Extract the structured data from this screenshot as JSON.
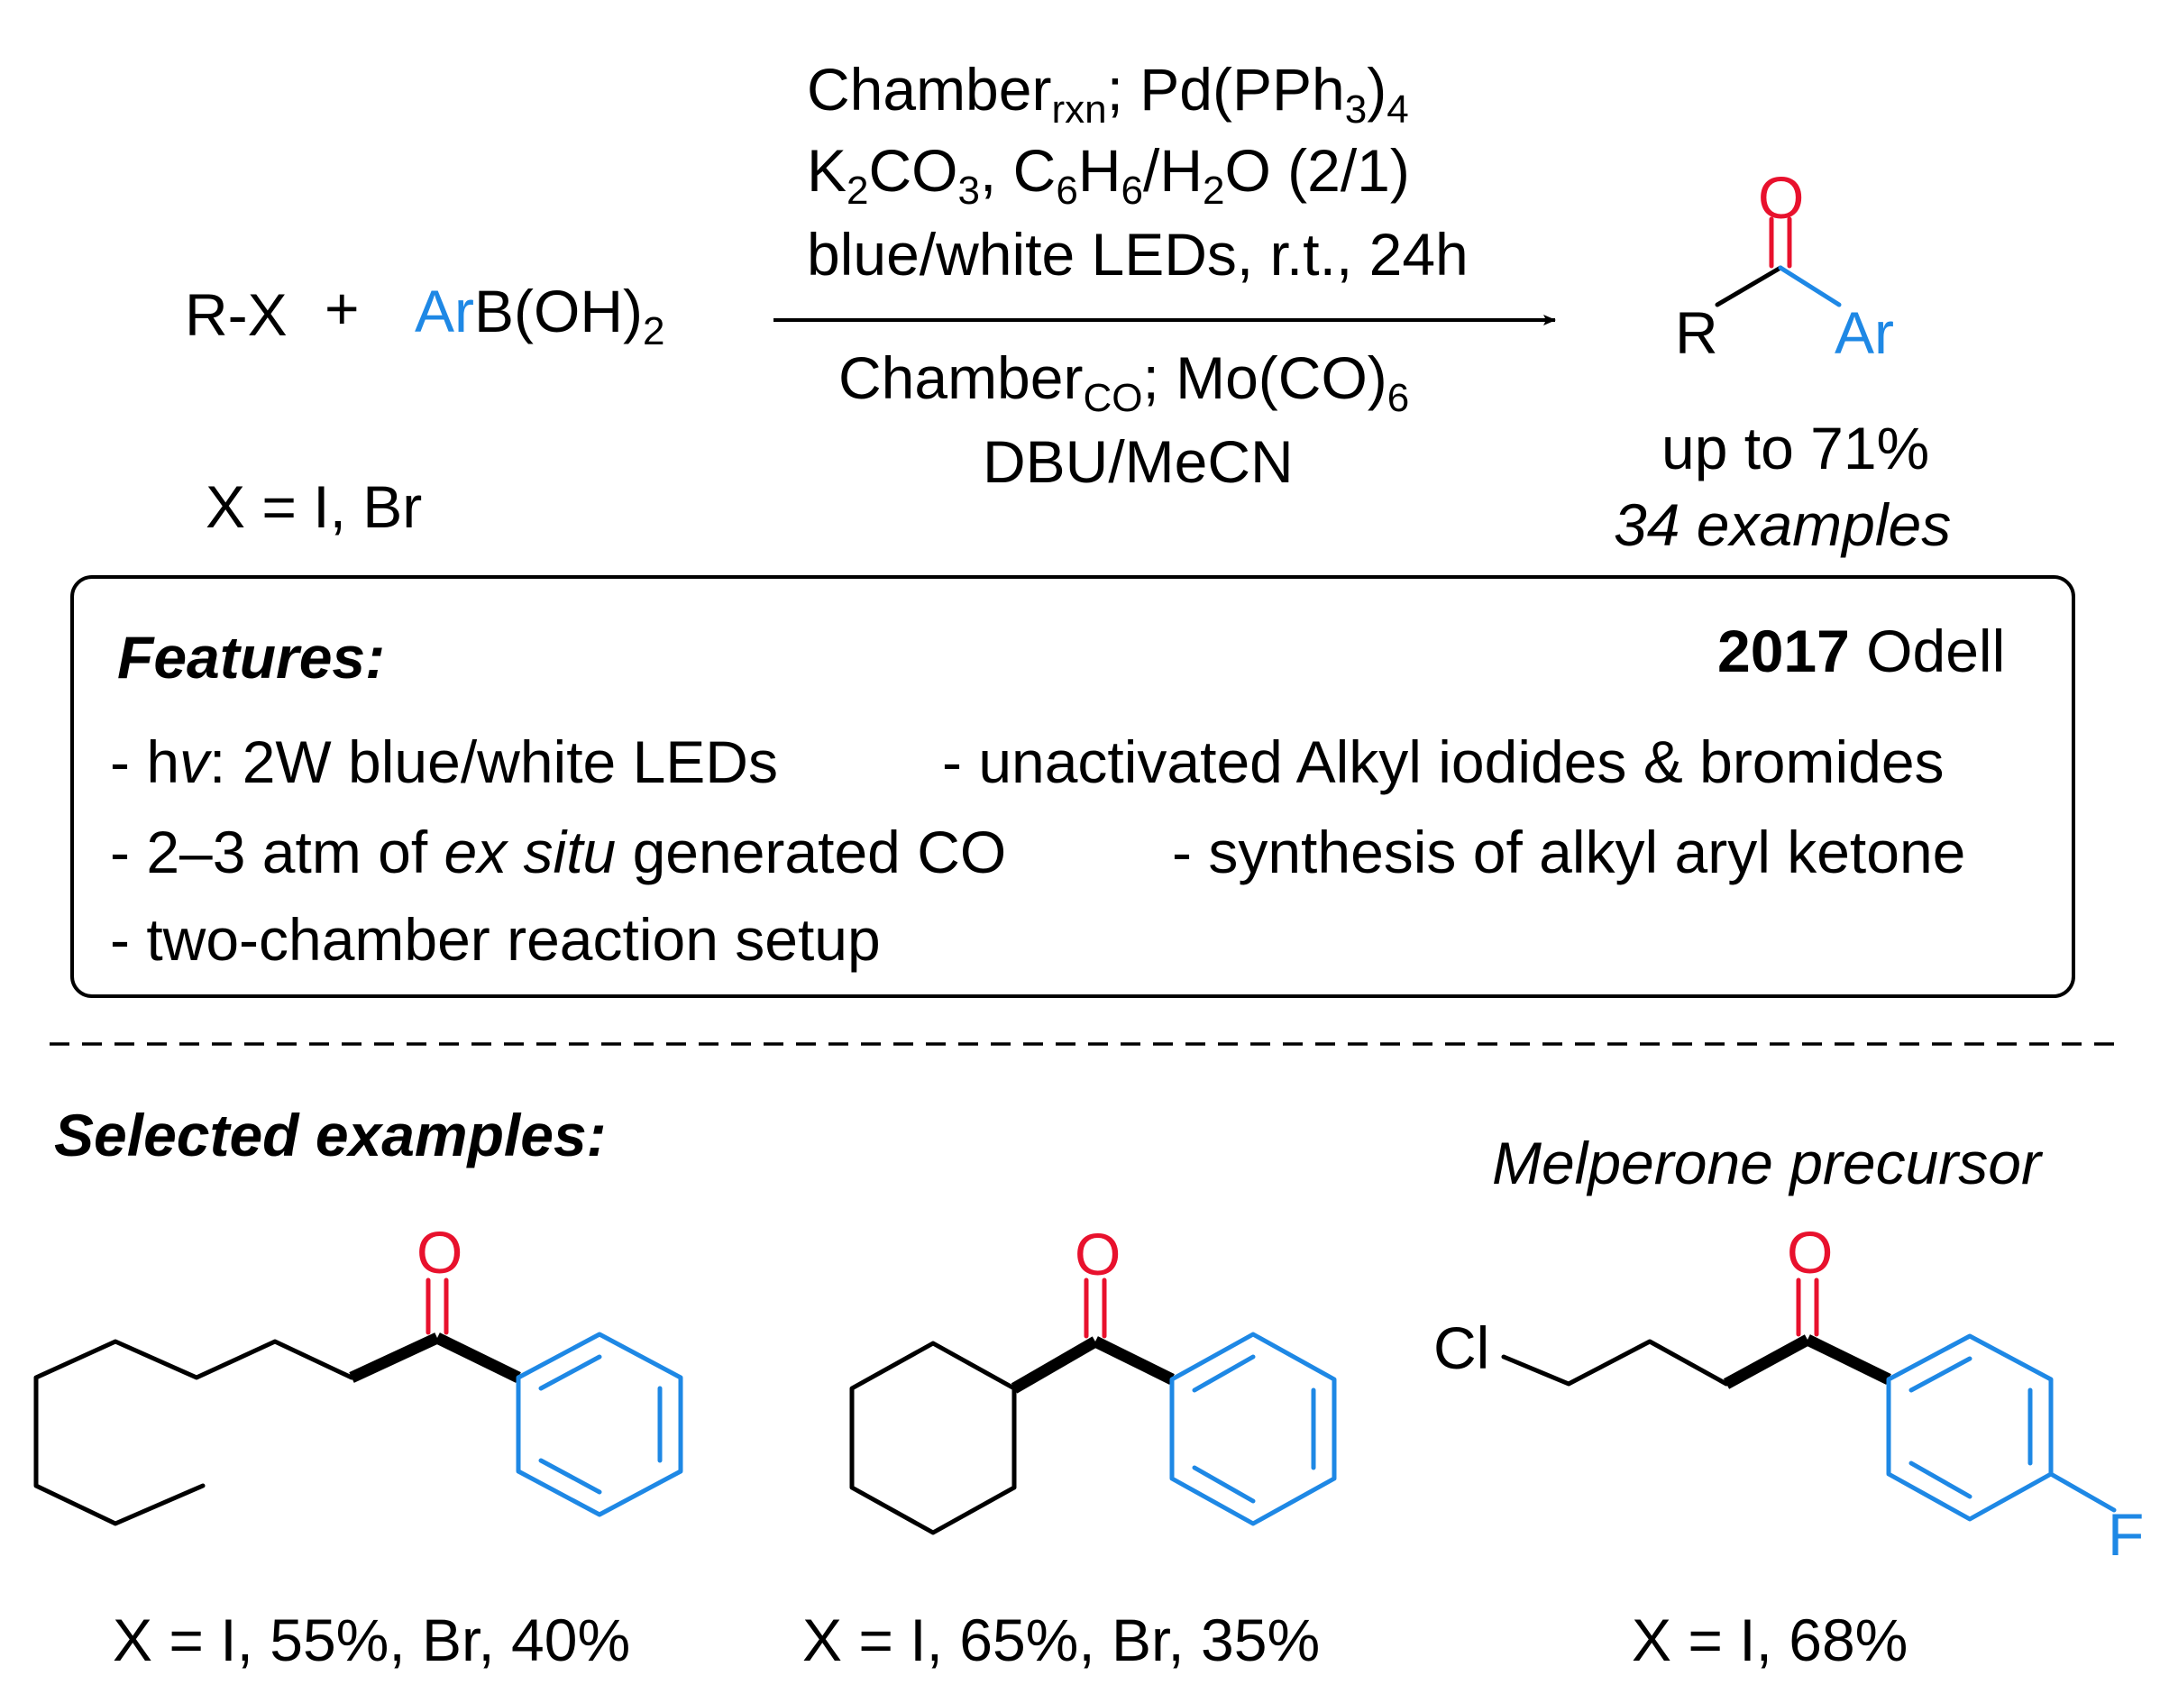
{
  "reaction": {
    "reactant1": "R-X",
    "plus": "+",
    "reactant2_ar": "Ar",
    "reactant2_rest": "B(OH)",
    "reactant2_sub": "2",
    "x_def": "X = I, Br",
    "conditions_above": [
      {
        "a": "Chamber",
        "sub1": "rxn",
        "b": "; Pd(PPh",
        "sub2": "3",
        "c": ")",
        "sub3": "4"
      },
      {
        "a": "K",
        "sub1": "2",
        "b": "CO",
        "sub2": "3",
        "c": ", C",
        "sub3": "6",
        "d": "H",
        "sub4": "6",
        "e": "/H",
        "sub5": "2",
        "f": "O (2/1)"
      },
      {
        "a": "blue/white LEDs, r.t., 24h"
      }
    ],
    "conditions_below": [
      {
        "a": "Chamber",
        "sub1": "CO",
        "b": "; Mo(CO)",
        "sub2": "6"
      },
      {
        "a": "DBU/MeCN"
      }
    ],
    "product": {
      "o": "O",
      "r": "R",
      "ar": "Ar"
    },
    "yield": "up to 71%",
    "examples": "34 examples"
  },
  "features": {
    "title": "Features:",
    "year": "2017",
    "author": "Odell",
    "items": {
      "hv_pre": "- h",
      "hv_nu": "v",
      "hv_rest": ": 2W blue/white LEDs",
      "co_pre": "- 2–3 atm of ",
      "co_it": "ex situ",
      "co_rest": " generated CO",
      "setup": "- two-chamber reaction setup",
      "alkyl": "- unactivated Alkyl iodides & bromides",
      "synthesis": "- synthesis of alkyl aryl ketone"
    }
  },
  "selected": {
    "title": "Selected examples:",
    "melperone": "Melperone precursor",
    "atoms": {
      "o": "O",
      "cl": "Cl",
      "f": "F"
    },
    "yields": [
      "X = I, 55%, Br, 40%",
      "X = I, 65%, Br, 35%",
      "X = I, 68%"
    ]
  },
  "colors": {
    "aryl": "#1E88E5",
    "oxygen": "#E8112D"
  }
}
